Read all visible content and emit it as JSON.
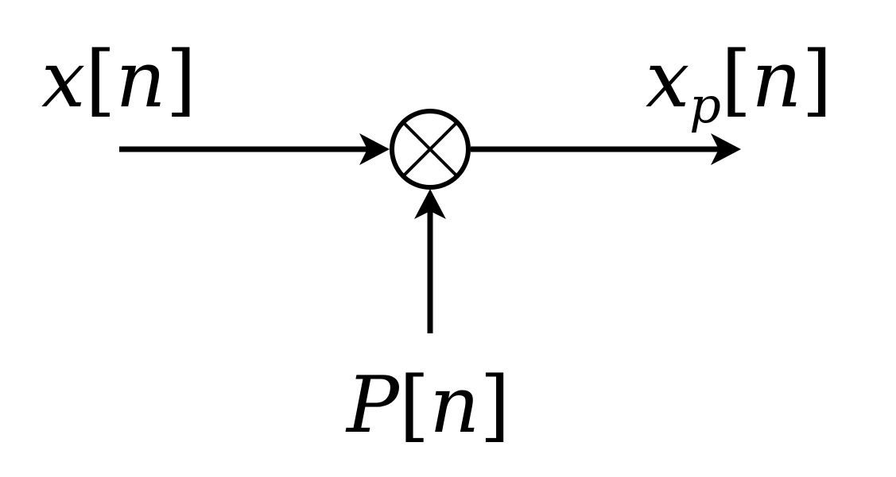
{
  "input_signal": {
    "name": "x",
    "index": "n"
  },
  "output_signal": {
    "name": "x",
    "subscript": "p",
    "index": "n"
  },
  "modulating_signal": {
    "name": "P",
    "index": "n"
  },
  "brackets": {
    "open": "[",
    "close": "]"
  },
  "operator": {
    "icon": "multiplier-icon",
    "symbol": "×"
  },
  "colors": {
    "stroke": "#000000",
    "background": "#ffffff"
  }
}
